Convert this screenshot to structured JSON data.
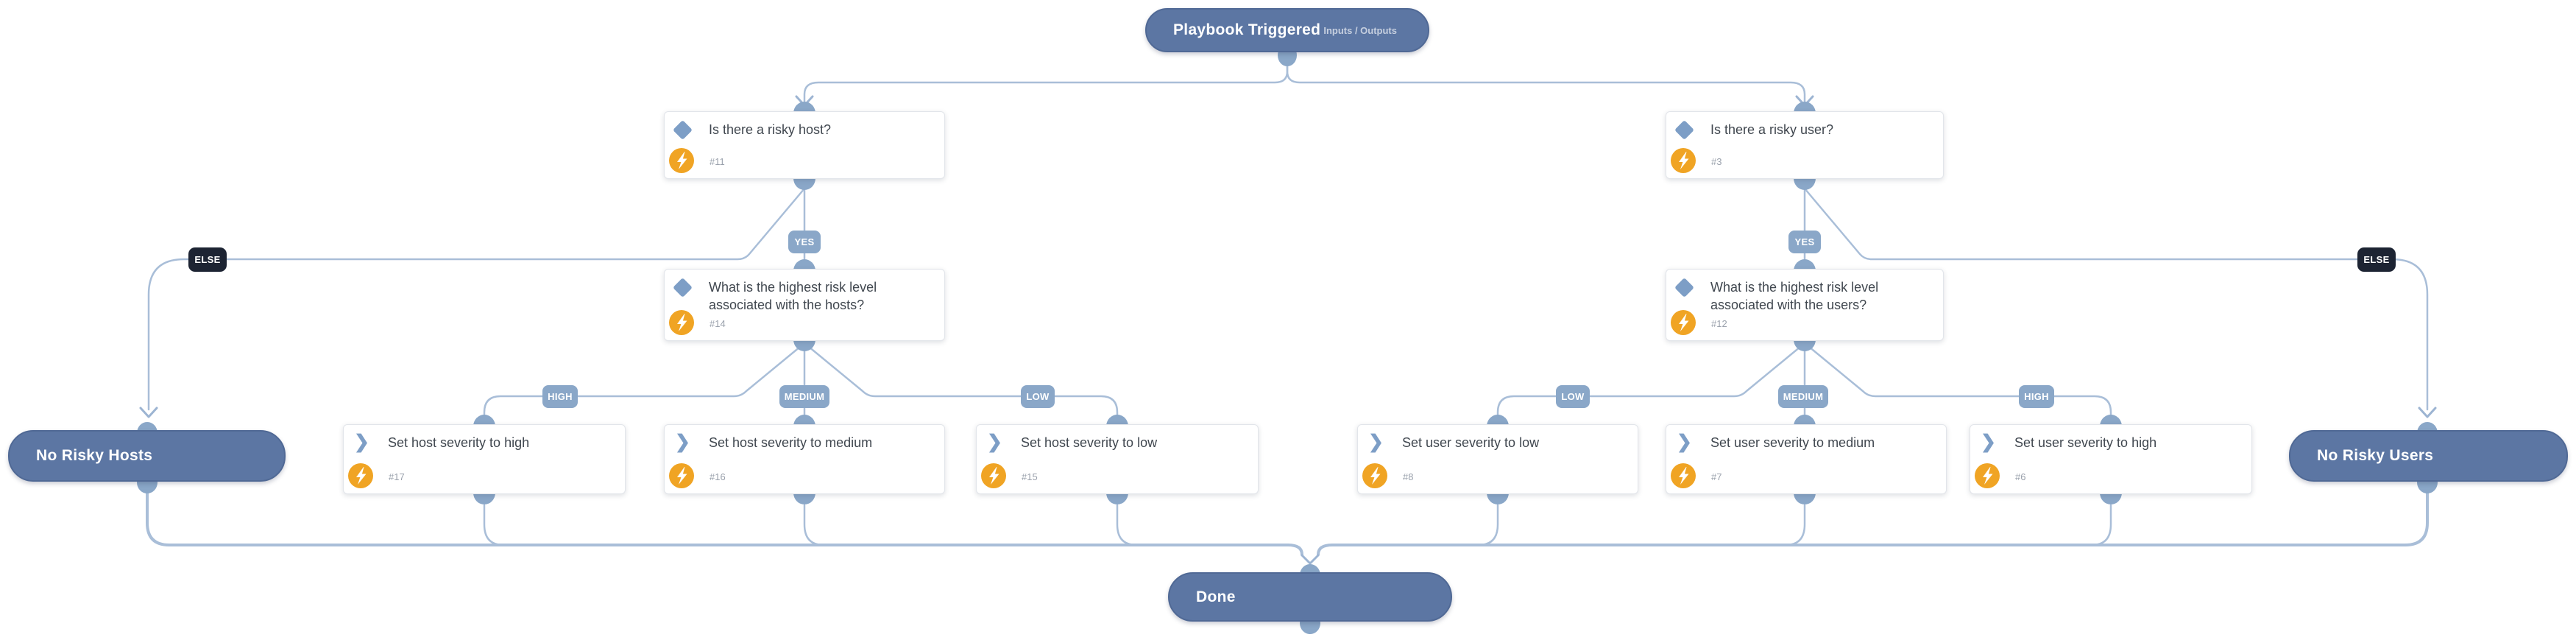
{
  "colors": {
    "pill_fill": "#5c76a3",
    "edge_line": "#a9bed8",
    "connector_dot": "#8aa7c8",
    "badge_fill": "#8aa7c8",
    "else_badge_fill": "#1d2433",
    "decision_icon": "#7d9ec6",
    "automation_icon": "#f0a424",
    "card_title_text": "#40474f"
  },
  "start": {
    "label": "Playbook Triggered",
    "secondary": "Inputs / Outputs"
  },
  "conditions": [
    {
      "title": "Is there a risky host?",
      "id": "#11"
    },
    {
      "title": "Is there a risky user?",
      "id": "#3"
    },
    {
      "title": "What is the highest risk level associated with the hosts?",
      "id": "#14"
    },
    {
      "title": "What is the highest risk level associated with the users?",
      "id": "#12"
    }
  ],
  "tasks": [
    {
      "title": "Set host severity to high",
      "id": "#17"
    },
    {
      "title": "Set host severity to medium",
      "id": "#16"
    },
    {
      "title": "Set host severity to low",
      "id": "#15"
    },
    {
      "title": "Set user severity to low",
      "id": "#8"
    },
    {
      "title": "Set user severity to medium",
      "id": "#7"
    },
    {
      "title": "Set user severity to high",
      "id": "#6"
    }
  ],
  "terminals": [
    {
      "label": "No Risky Hosts"
    },
    {
      "label": "No Risky Users"
    },
    {
      "label": "Done"
    }
  ],
  "edge_labels": {
    "yes": "YES",
    "else": "ELSE",
    "high": "HIGH",
    "medium": "MEDIUM",
    "low": "LOW"
  }
}
